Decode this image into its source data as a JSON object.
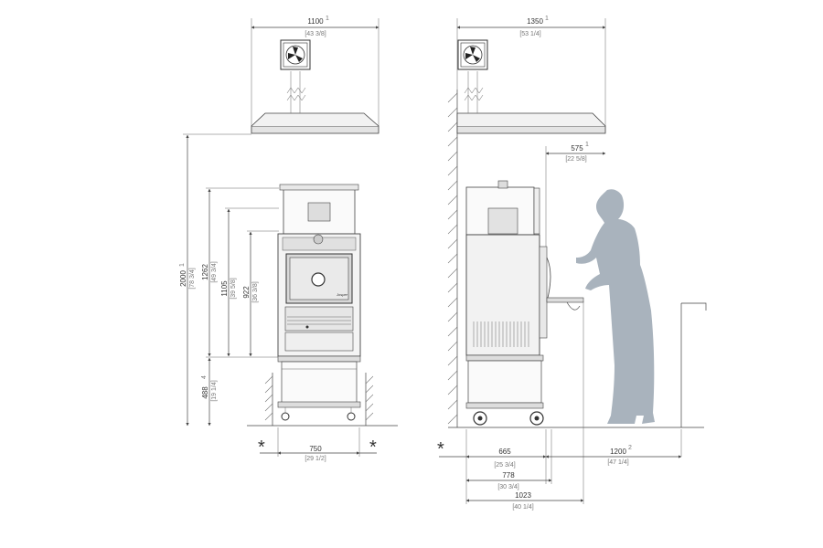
{
  "front_view": {
    "hood_width": {
      "value": "1100",
      "note": "1",
      "inch": "[43 3/8]"
    },
    "total_height": {
      "value": "2000",
      "note": "1",
      "inch": "[78 3/4]"
    },
    "height_1262": {
      "value": "1262",
      "inch": "[49 3/4]"
    },
    "height_1105": {
      "value": "1105",
      "inch": "[39 5/8]"
    },
    "height_922": {
      "value": "922",
      "inch": "[36 3/8]"
    },
    "stand_height": {
      "value": "488",
      "note": "4",
      "inch": "[19 1/4]"
    },
    "width": {
      "value": "750",
      "inch": "[29 1/2]"
    },
    "asterisk": "*",
    "brand_text": "Josper"
  },
  "side_view": {
    "hood_depth": {
      "value": "1350",
      "note": "1",
      "inch": "[53 1/4]"
    },
    "overhang": {
      "value": "575",
      "note": "1",
      "inch": "[22 5/8]"
    },
    "depth_665": {
      "value": "665",
      "inch": "[25 3/4]"
    },
    "depth_778": {
      "value": "778",
      "inch": "[30 3/4]"
    },
    "depth_1023": {
      "value": "1023",
      "inch": "[40 1/4]"
    },
    "clearance": {
      "value": "1200",
      "note": "2",
      "inch": "[47 1/4]"
    },
    "asterisk": "*"
  },
  "colors": {
    "line": "#444444",
    "person": "#a9b3bd",
    "grey": "#cfcfcf"
  }
}
